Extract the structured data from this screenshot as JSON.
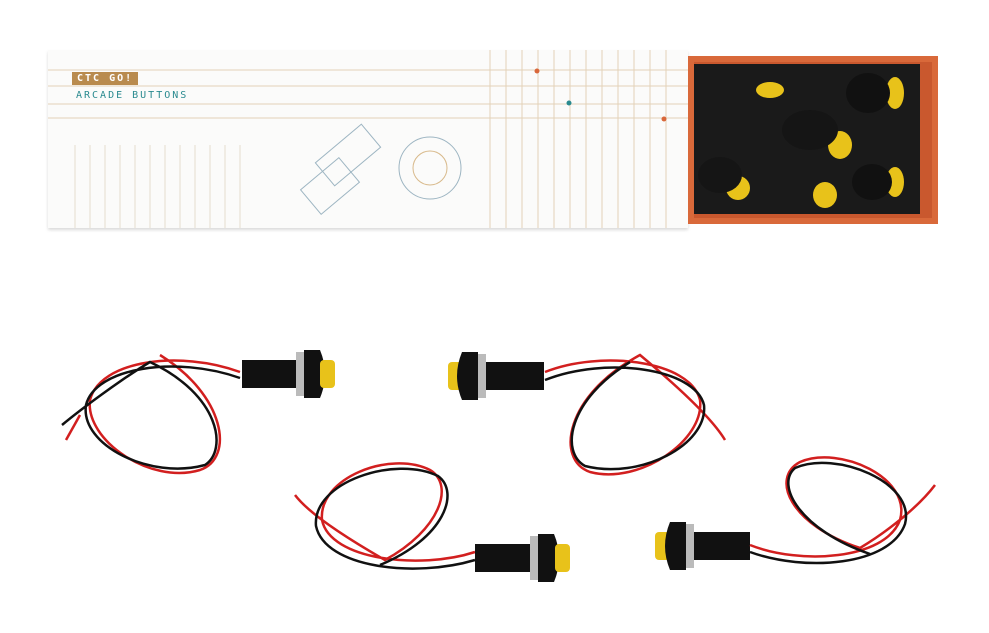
{
  "product": {
    "brand_label": "CTC GO!",
    "product_label": "ARCADE BUTTONS",
    "colors": {
      "brand_tag": "#b98b4e",
      "subtitle": "#2a8a8f",
      "tray": "#c9582e",
      "button_cap": "#e8c21a",
      "button_body": "#111111",
      "wire_red": "#d21f1f",
      "wire_black": "#111111"
    },
    "loose_buttons_count": 4
  }
}
